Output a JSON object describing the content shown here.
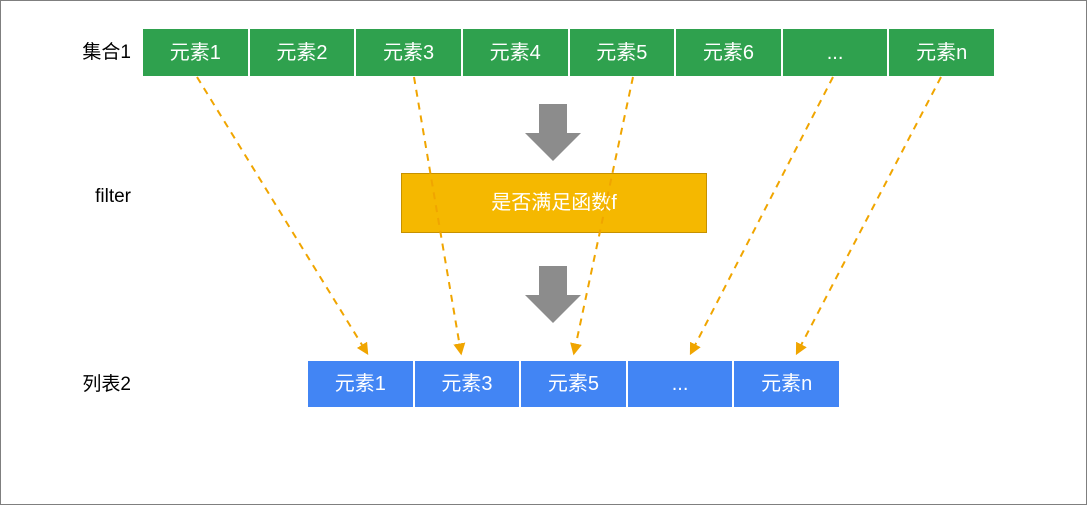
{
  "diagram": {
    "title": "filter operation diagram",
    "colors": {
      "collection": "#2fa14e",
      "filter": "#f5b800",
      "filter_border": "#c69100",
      "list": "#4285f4",
      "arrow_dashed": "#f0a500",
      "arrow_block": "#8c8c8c",
      "canvas_border": "#7f7f7f",
      "label_text": "#000000",
      "cell_text": "#ffffff"
    },
    "labels": {
      "collection": "集合1",
      "filter": "filter",
      "list": "列表2"
    },
    "collection_row": {
      "name": "集合1",
      "cells": [
        "元素1",
        "元素2",
        "元素3",
        "元素4",
        "元素5",
        "元素6",
        "...",
        "元素n"
      ]
    },
    "filter_box": {
      "text": "是否满足函数f"
    },
    "list_row": {
      "name": "列表2",
      "cells": [
        "元素1",
        "元素3",
        "元素5",
        "...",
        "元素n"
      ]
    },
    "flow_arrows": [
      {
        "name": "collection-to-filter",
        "direction": "down"
      },
      {
        "name": "filter-to-list",
        "direction": "down"
      }
    ],
    "mapping_arrows": [
      {
        "from": "元素1",
        "to": "元素1"
      },
      {
        "from": "元素3",
        "to": "元素3"
      },
      {
        "from": "元素5",
        "to": "元素5"
      },
      {
        "from": "...",
        "to": "..."
      },
      {
        "from": "元素n",
        "to": "元素n"
      }
    ]
  }
}
